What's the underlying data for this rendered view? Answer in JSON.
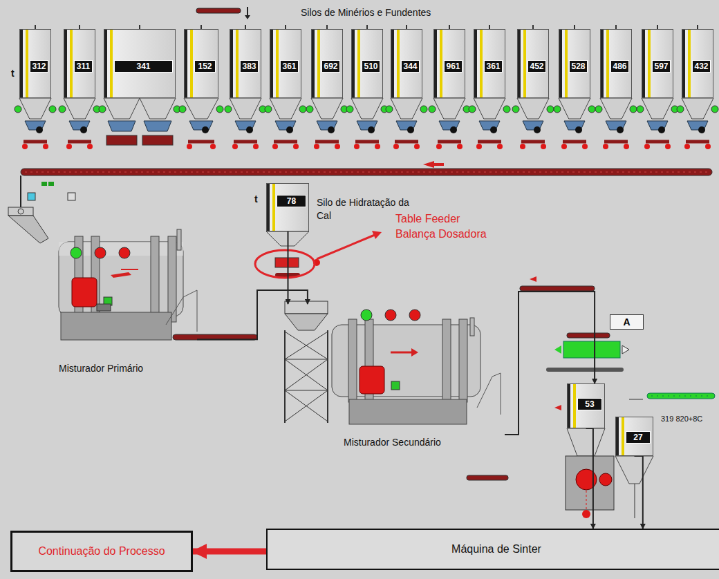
{
  "diagram": {
    "title": "Silos de Minérios e Fundentes",
    "nodes": [
      {
        "text": [
          "312"
        ]
      },
      {
        "text": [
          "311"
        ]
      },
      {
        "text": [
          "341"
        ]
      },
      {
        "text": [
          "152"
        ]
      },
      {
        "text": [
          "383"
        ]
      },
      {
        "text": [
          "361"
        ]
      },
      {
        "text": [
          "692"
        ]
      },
      {
        "text": [
          "510"
        ]
      },
      {
        "text": [
          "344"
        ]
      },
      {
        "text": [
          "961"
        ]
      },
      {
        "text": [
          "361"
        ]
      },
      {
        "text": [
          "452"
        ]
      },
      {
        "text": [
          "528"
        ]
      },
      {
        "text": [
          "486"
        ]
      },
      {
        "text": [
          "597"
        ]
      },
      {
        "text": [
          "432"
        ]
      },
      {
        "text": [
          "78",
          "Silo de Hidratação da Cal"
        ]
      },
      {
        "text": [
          "Misturador Primário"
        ]
      },
      {
        "text": [
          "Misturador Secundário"
        ]
      },
      {
        "text": [
          "A"
        ]
      },
      {
        "text": [
          "53"
        ]
      },
      {
        "text": [
          "27"
        ]
      },
      {
        "text": [
          "Continuação do Processo"
        ]
      },
      {
        "text": [
          "Máquina de Sinter"
        ]
      }
    ],
    "edges": [
      {
        "from": 17,
        "to": 18,
        "arrow": "to"
      },
      {
        "from": 16,
        "to": 18,
        "arrow": "to"
      },
      {
        "from": 18,
        "to": 20,
        "arrow": "to"
      },
      {
        "from": 20,
        "to": 23,
        "arrow": "to"
      },
      {
        "from": 21,
        "to": 23,
        "arrow": "to"
      },
      {
        "from": 23,
        "to": 22,
        "arrow": "to"
      }
    ],
    "labels": [
      "Table Feeder",
      "Balança Dosadora",
      "t",
      "t",
      "319 820+8C"
    ]
  }
}
